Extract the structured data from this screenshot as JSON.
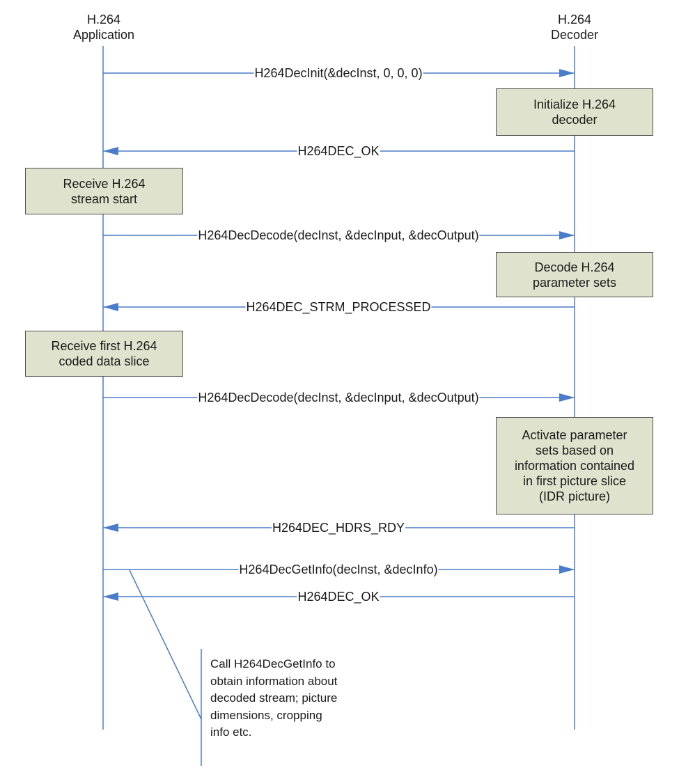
{
  "lifelines": {
    "app": {
      "line1": "H.264",
      "line2": "Application"
    },
    "decoder": {
      "line1": "H.264",
      "line2": "Decoder"
    }
  },
  "messages": [
    {
      "label": "H264DecInit(&decInst, 0, 0, 0)",
      "direction": "to-decoder"
    },
    {
      "label": "H264DEC_OK",
      "direction": "to-app"
    },
    {
      "label": "H264DecDecode(decInst, &decInput, &decOutput)",
      "direction": "to-decoder"
    },
    {
      "label": "H264DEC_STRM_PROCESSED",
      "direction": "to-app"
    },
    {
      "label": "H264DecDecode(decInst, &decInput, &decOutput)",
      "direction": "to-decoder"
    },
    {
      "label": "H264DEC_HDRS_RDY",
      "direction": "to-app"
    },
    {
      "label": "H264DecGetInfo(decInst, &decInfo)",
      "direction": "to-decoder"
    },
    {
      "label": "H264DEC_OK",
      "direction": "to-app"
    }
  ],
  "boxes": {
    "init": [
      "Initialize H.264",
      "decoder"
    ],
    "receive_start": [
      "Receive H.264",
      "stream start"
    ],
    "decode_params": [
      "Decode H.264",
      "parameter sets"
    ],
    "receive_slice": [
      "Receive first H.264",
      "coded data slice"
    ],
    "activate": [
      "Activate parameter",
      "sets based on",
      "information contained",
      "in first picture slice",
      "(IDR picture)"
    ]
  },
  "note": [
    "Call H264DecGetInfo to",
    "obtain information about",
    "decoded stream; picture",
    "dimensions, cropping",
    "info etc."
  ],
  "colors": {
    "line": "#4a7cc9",
    "box_fill": "#dfe3cd",
    "box_border": "#4d4d4d"
  }
}
